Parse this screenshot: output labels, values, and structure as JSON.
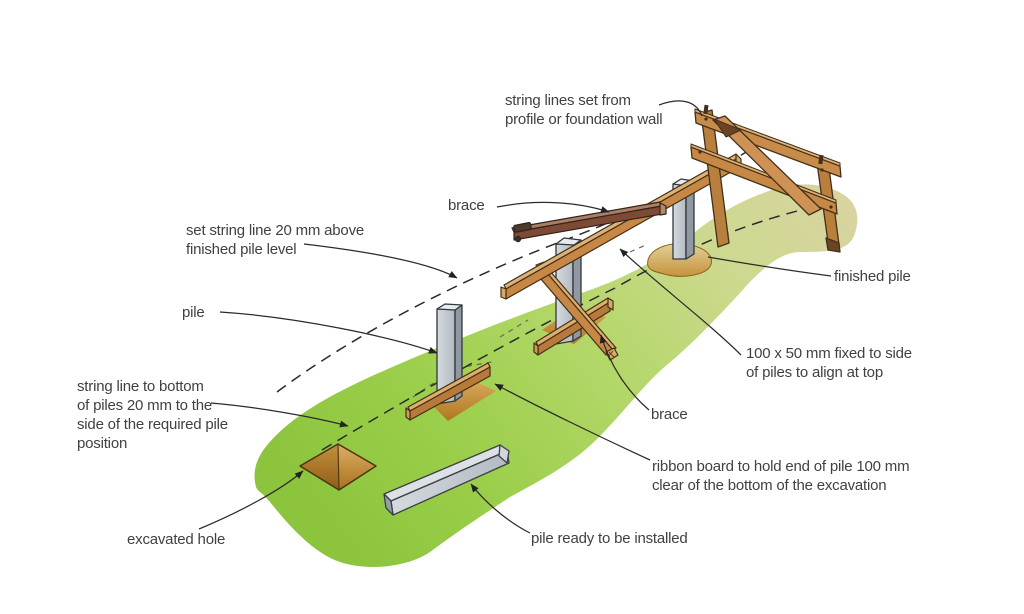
{
  "figure_labels": {
    "string_lines": {
      "line1": "string lines set from",
      "line2": "profile or foundation wall"
    },
    "brace_top": {
      "line1": "brace"
    },
    "set_string_line": {
      "line1": "set string line 20 mm above",
      "line2": "finished pile level"
    },
    "pile": {
      "line1": "pile"
    },
    "string_line_bottom": {
      "line1": "string line to bottom",
      "line2": "of piles 20 mm to the",
      "line3": "side of the required pile",
      "line4": "position"
    },
    "excavated_hole": {
      "line1": "excavated hole"
    },
    "pile_ready": {
      "line1": "pile ready to be installed"
    },
    "finished_pile": {
      "line1": "finished pile"
    },
    "rail_100x50": {
      "line1": "100 x 50 mm fixed to side",
      "line2": "of piles to align at top"
    },
    "brace_right": {
      "line1": "brace"
    },
    "ribbon_board": {
      "line1": "ribbon board to hold end of pile 100 mm",
      "line2": "clear of the bottom of the excavation"
    }
  },
  "colors": {
    "ground_tan": "#d9d3a2",
    "ground_light_green": "#c7db85",
    "ground_green": "#a8d355",
    "ground_dark_green": "#8cc43d",
    "wood_face": "#c68844",
    "wood_top": "#e0b177",
    "wood_dark": "#8a5a28",
    "dark_brace_face": "#7d4a36",
    "dark_brace_top": "#a87f66",
    "pile_front": "#c9cfd4",
    "pile_side": "#9099a1",
    "pile_top": "#e8ebee",
    "soil_light": "#dcae63",
    "soil_dark": "#a9731f",
    "line_color": "#2b2b2b",
    "text_color": "#414141"
  }
}
